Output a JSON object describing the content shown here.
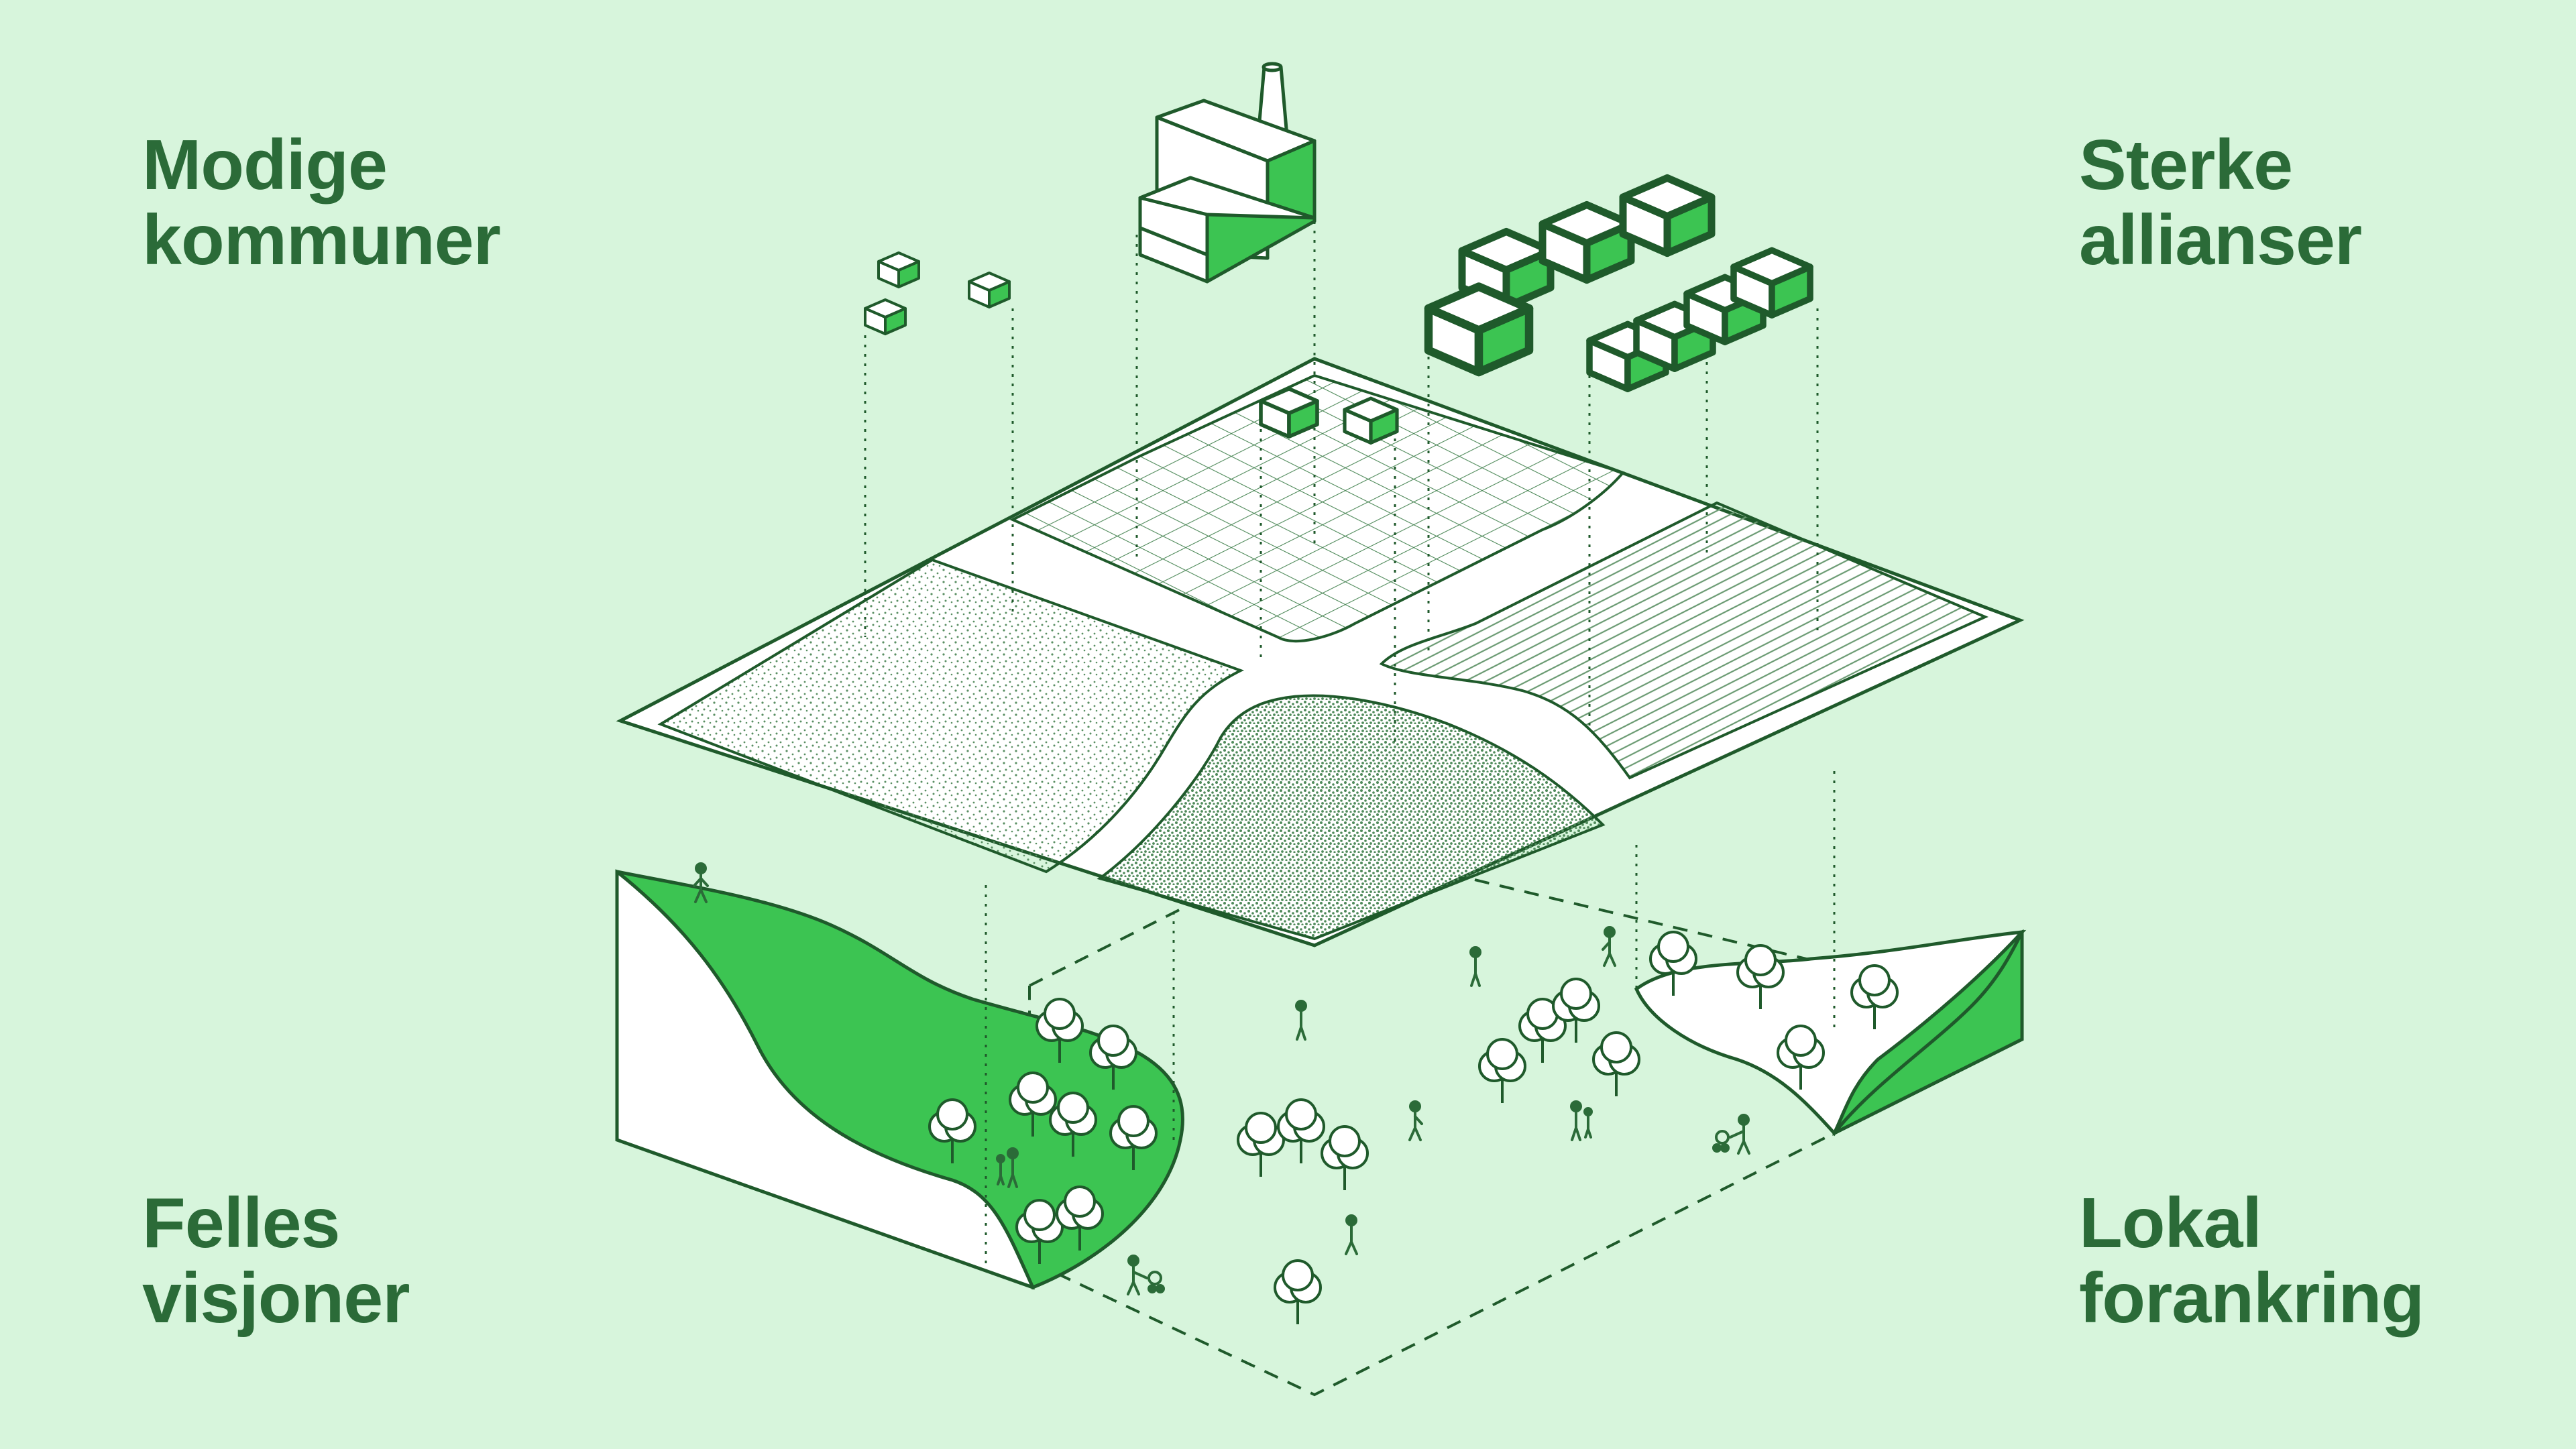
{
  "labels": {
    "top_left": {
      "line1": "Modige",
      "line2": "kommuner"
    },
    "top_right": {
      "line1": "Sterke",
      "line2": "allianser"
    },
    "bottom_left": {
      "line1": "Felles",
      "line2": "visjoner"
    },
    "bottom_right": {
      "line1": "Lokal",
      "line2": "forankring"
    }
  },
  "colors": {
    "background": "#d7f5dc",
    "text": "#2b6b38",
    "stroke": "#1f5a2b",
    "accent_green": "#3cc452",
    "fill_white": "#ffffff"
  },
  "icons": [
    "factory-icon",
    "house-icon",
    "tree-icon",
    "person-icon",
    "family-icon",
    "stroller-icon"
  ]
}
